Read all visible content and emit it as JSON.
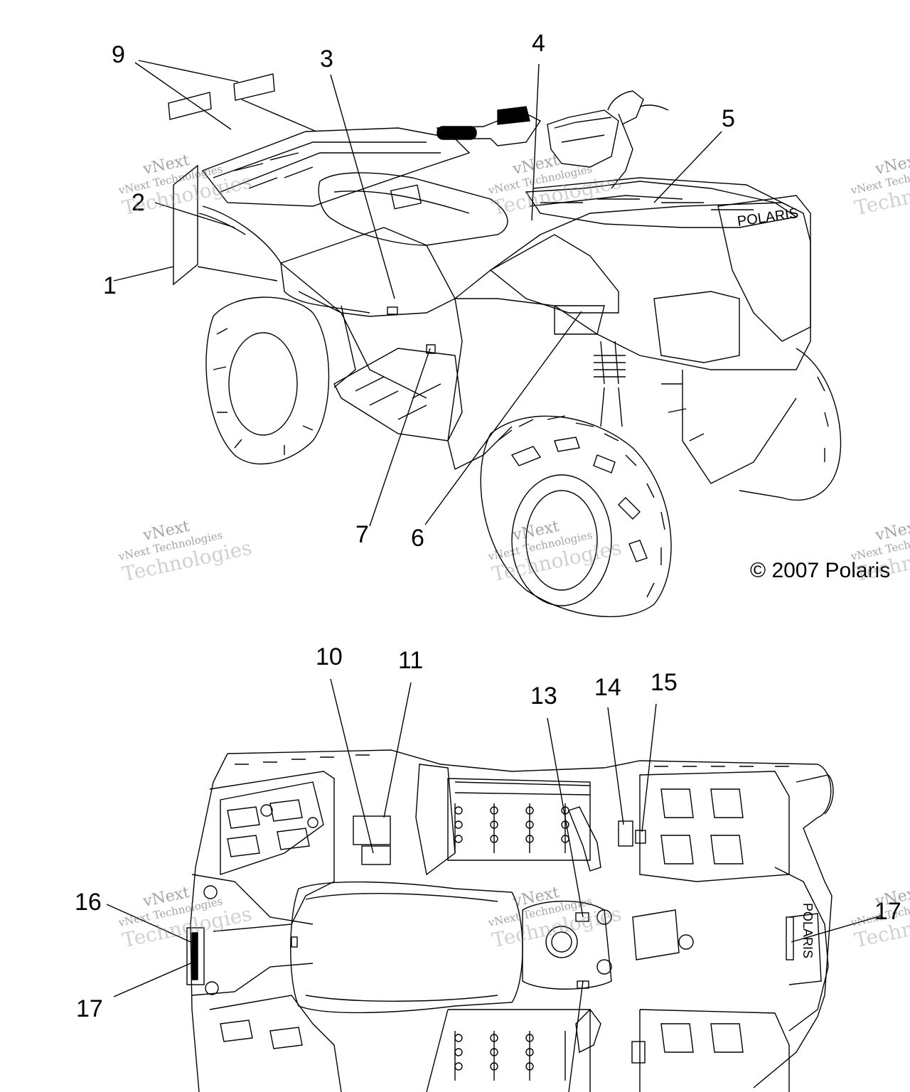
{
  "callouts_top": [
    "1",
    "2",
    "3",
    "4",
    "5",
    "6",
    "7",
    "9"
  ],
  "callouts_bottom": [
    "10",
    "11",
    "13",
    "14",
    "15",
    "16",
    "17",
    "17"
  ],
  "copyright": "© 2007 Polaris",
  "watermark": {
    "line1": "vNext",
    "line2": "vNext Technologies",
    "line3": "Technologies"
  },
  "colors": {
    "line": "#000000",
    "background": "#ffffff"
  }
}
